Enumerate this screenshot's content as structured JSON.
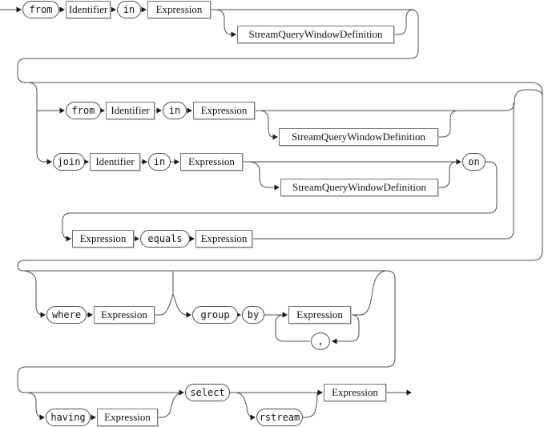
{
  "diagram": {
    "kind": "railroad-syntax-diagram",
    "colors": {
      "line": "#4d4d4d",
      "terminal_border": "#4d4d4d",
      "nonterminal_border": "#757575",
      "text": "#141414",
      "background": "#ffffff"
    },
    "row1": {
      "from": "from",
      "identifier": "Identifier",
      "in": "in",
      "expression": "Expression",
      "window": "StreamQueryWindowDefinition"
    },
    "row2": {
      "from": "from",
      "identifier": "Identifier",
      "in": "in",
      "expression": "Expression",
      "window": "StreamQueryWindowDefinition"
    },
    "row3": {
      "join": "join",
      "identifier": "Identifier",
      "in": "in",
      "expression": "Expression",
      "window": "StreamQueryWindowDefinition",
      "on": "on"
    },
    "row4": {
      "expression_left": "Expression",
      "equals": "equals",
      "expression_right": "Expression"
    },
    "row5": {
      "where": "where",
      "expression": "Expression",
      "group": "group",
      "by": "by",
      "expression_groupby": "Expression",
      "comma": ","
    },
    "row6": {
      "having": "having",
      "expression_having": "Expression",
      "select": "select",
      "rstream": "rstream",
      "expression_final": "Expression"
    }
  }
}
